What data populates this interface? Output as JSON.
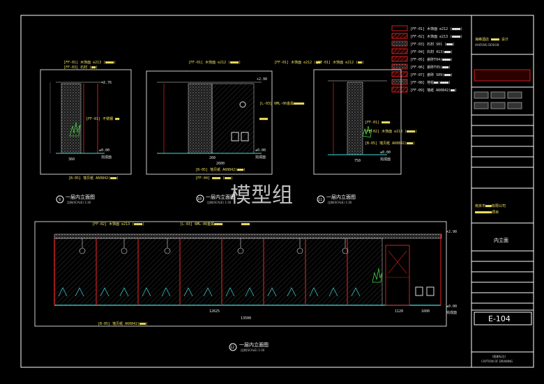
{
  "watermark": "模型组",
  "title_block": {
    "design_firm_line1": "海峰酒店 ■■■■ 设计",
    "design_firm_line2": "HAIFENG DESIGN",
    "project_name_line1": "南京市■■■有限公司",
    "project_name_line2": "■■■■■■■■项目",
    "drawing_title": "内立面",
    "drawing_number": "E-104",
    "caption_cn": "(图册标注)",
    "caption_en": "CAPTION OF DRAWING"
  },
  "legend": [
    {
      "label": "[FF-01] 木饰面 e212 (■■■■)"
    },
    {
      "label": "[FF-02] 木饰面 e213 (■■■■)"
    },
    {
      "label": "[FF-03] 石材 S01 (■■■)"
    },
    {
      "label": "[FF-04] 石材 413(■■■)"
    },
    {
      "label": "[FF-05] 瓷砖T04(■■■■)"
    },
    {
      "label": "[FF-06] 瓷砖T05(■■■)"
    },
    {
      "label": "[FF-07] 瓷砖 S09(■■■)"
    },
    {
      "label": "[FF-08] 地毯■■(■■■■)"
    },
    {
      "label": "[FF-09] 墙纸 A60842(■■)"
    }
  ],
  "views": {
    "v9": {
      "number": "9",
      "title": "一层内立面图",
      "scale": "比例(SCALE) 1:30"
    },
    "v10": {
      "number": "10",
      "title": "一层内立面图",
      "scale": "比例(SCALE) 1:30"
    },
    "v11": {
      "number": "11",
      "title": "一层内立面图",
      "scale": "比例(SCALE) 1:30"
    },
    "v12": {
      "number": "12",
      "title": "一层内立面图",
      "scale": "比例(SCALE) 1:30"
    }
  },
  "annotations": {
    "elev_276": "+2.76",
    "elev_290": "+2.90",
    "elev_000": "±0.00",
    "floor_label": "完成面",
    "v9_tag1": "[FF-01] 木饰面 e213 (■■■■)",
    "v9_tag2": "[FF-03] 石材 (■■)",
    "v9_side": "[FF-01] 不锈钢 ■■",
    "v9_bottom": "[B-05] 墙贝纸 A60842(■■■)",
    "v10_top1": "[FF-01] 木饰面 e212 (■■■■)",
    "v10_top2": "[FF-01] 木饰面 e212 (■■)",
    "v10_side1": "[L-03] 6ML-06金属■■■■■",
    "v10_side2": "■■■■",
    "v10_bot1": "[B-05] 墙贝纸 A60842(■■■)",
    "v10_bot2": "[FF-04] ■■■■ (■■■)",
    "v11_top": "[FF-01] 木饰面 e212 (■■)",
    "v11_mid1": "[FF-01] ■■■■",
    "v11_mid2": "[FF-02] 木饰面 e213 (■■■■)",
    "v11_bot": "[B-05] 墙贝纸 A60842(■■■)",
    "v12_top1": "[FF-02] 木饰面 e213 (■■■■)",
    "v12_top2": "[L-03] 6ML-06金属■■■■",
    "v12_top3": "■■■■",
    "v12_bottom": "[B-05] 墙贝纸 A60842(■■■)",
    "dim_v9_w": "360",
    "dim_v10_w": "2600",
    "dim_v10_w2": "260",
    "dim_v11_w": "750",
    "dim_v12_total": "13500",
    "dim_v12_a": "12625",
    "dim_v12_b": "1120",
    "dim_v12_c": "1600"
  },
  "colors": {
    "background": "#000000",
    "frame": "#ffffff",
    "wall_red": "#d01818",
    "glass_cyan": "#40e0e0",
    "text_yellow": "#f0e060",
    "plant_green": "#40d040"
  }
}
